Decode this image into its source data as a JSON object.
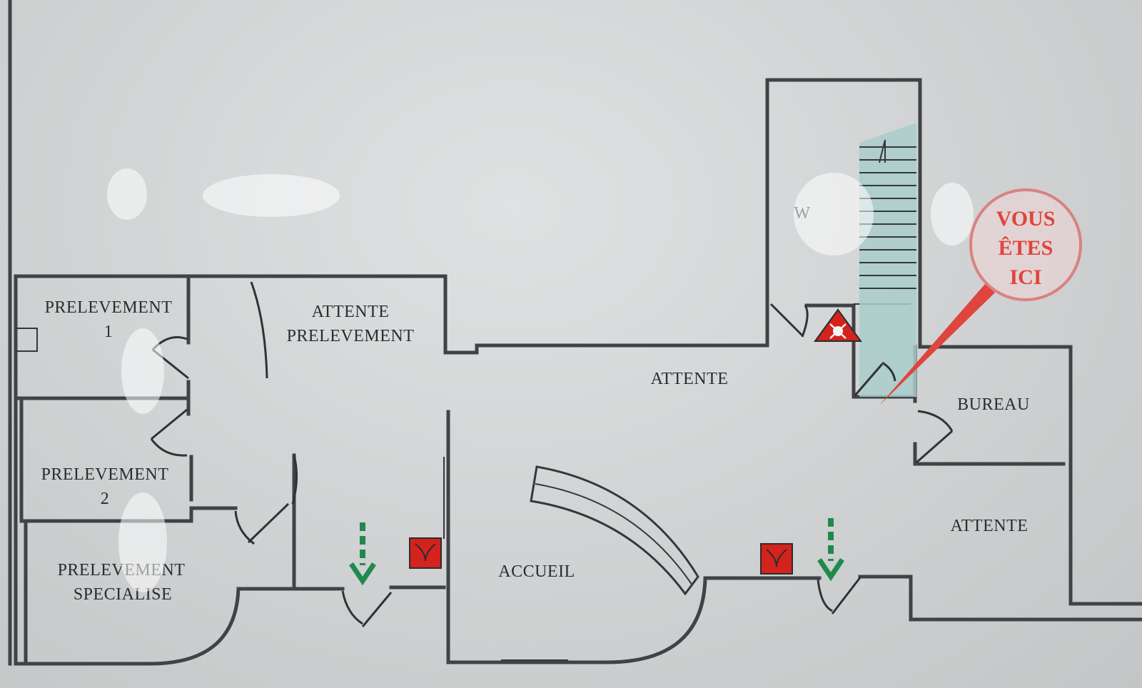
{
  "rooms": {
    "prelevement_1": [
      "PRELEVEMENT",
      "1"
    ],
    "attente_prelevement": [
      "ATTENTE",
      "PRELEVEMENT"
    ],
    "prelevement_2": [
      "PRELEVEMENT",
      "2"
    ],
    "prelevement_specialise": [
      "PRELEVEMENT",
      "SPECIALISE"
    ],
    "attente_corridor": "ATTENTE",
    "wc": "W",
    "bureau": "BUREAU",
    "attente_right": "ATTENTE",
    "accueil": "ACCUEIL"
  },
  "you_are_here": [
    "VOUS",
    "ÊTES",
    "ICI"
  ],
  "icons": {
    "exit_arrow": "green-dashed-down-arrow",
    "extinguisher": "red-square-extinguisher",
    "alarm": "red-triangle-alarm"
  },
  "colors": {
    "background": "#d2d4d5",
    "wall": "#3f4347",
    "you_are_here": "#e0443f",
    "exit": "#1f8a4c",
    "equipment": "#d3231c",
    "stairs": "#9fc7c4"
  }
}
